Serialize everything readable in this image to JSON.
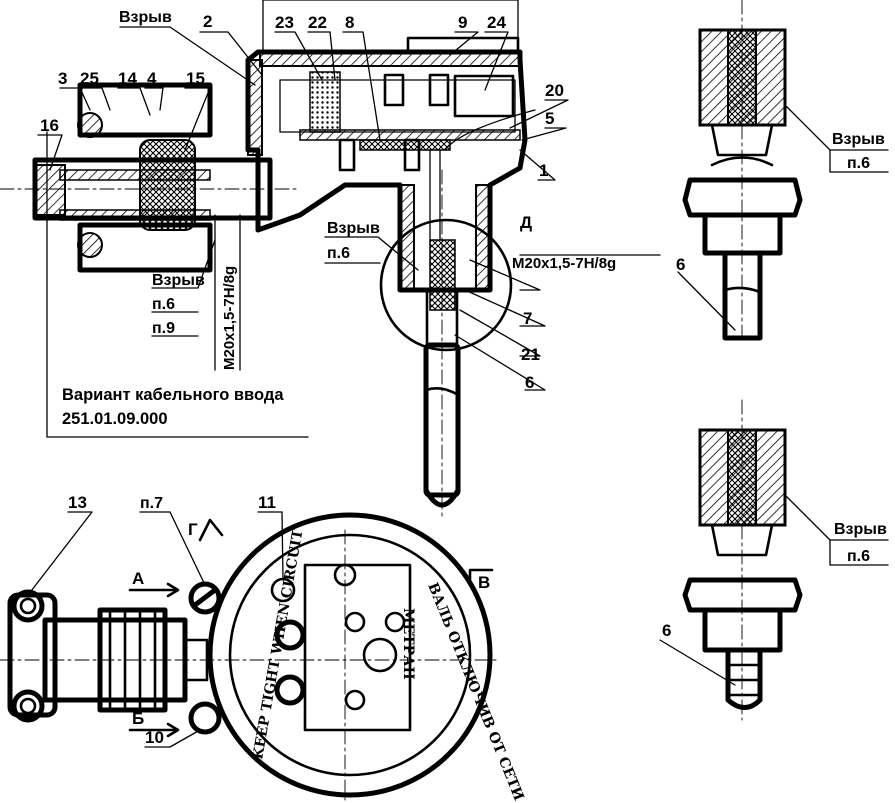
{
  "callouts": {
    "c2": "2",
    "c23": "23",
    "c22": "22",
    "c8": "8",
    "c9": "9",
    "c24": "24",
    "c20": "20",
    "c5": "5",
    "c1": "1",
    "c3": "3",
    "c25": "25",
    "c14": "14",
    "c4": "4",
    "c15": "15",
    "c16": "16",
    "c7": "7",
    "c21": "21",
    "c6a": "6",
    "c6b": "6",
    "c6c": "6",
    "c13": "13",
    "c11": "11",
    "c10": "10"
  },
  "section_marks": {
    "d": "Д",
    "a": "А",
    "b": "Б",
    "v": "В",
    "g": "Г"
  },
  "explosion_notes": {
    "label": "Взрыв",
    "p6": "п.6",
    "p9": "п.9",
    "p7": "п.7"
  },
  "threads": {
    "inlet": "M20x1,5-7H/8g",
    "cable": "M20x1,5-7H/8g"
  },
  "cable_variant": {
    "line1": "Вариант кабельного ввода",
    "line2": "251.01.09.000"
  },
  "cover_ring": {
    "top": "ВАЛЬ ОТКЛЮЧИВ ОТ СЕТИ",
    "left": "KEEP TIGHT WHEN CIRCUIT",
    "brand": "МЕТРАН"
  }
}
